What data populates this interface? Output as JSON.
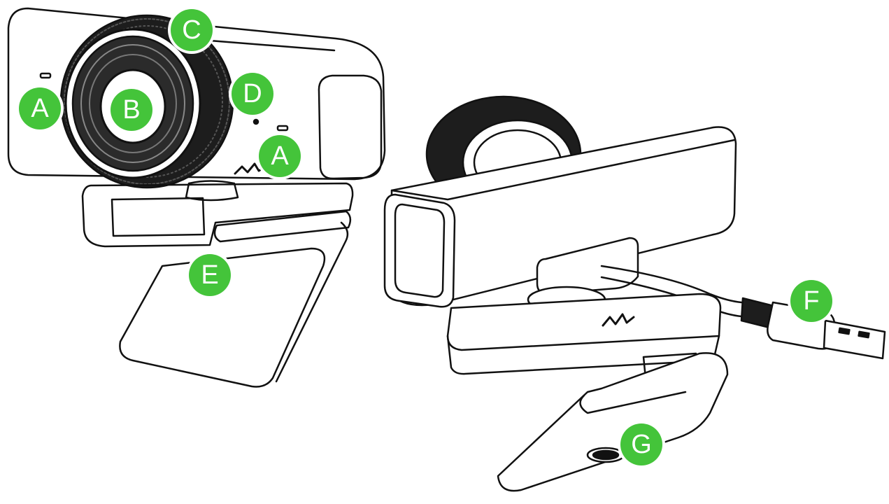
{
  "callouts": {
    "a_left": "A",
    "b": "B",
    "c": "C",
    "d": "D",
    "a_right": "A",
    "e": "E",
    "f": "F",
    "g": "G"
  },
  "colors": {
    "callout_fill": "#44c43a",
    "callout_text": "#ffffff",
    "line_art": "#111111"
  },
  "icons": [
    "razer-logo-icon",
    "usb-plug-icon",
    "webcam-lens-icon"
  ]
}
